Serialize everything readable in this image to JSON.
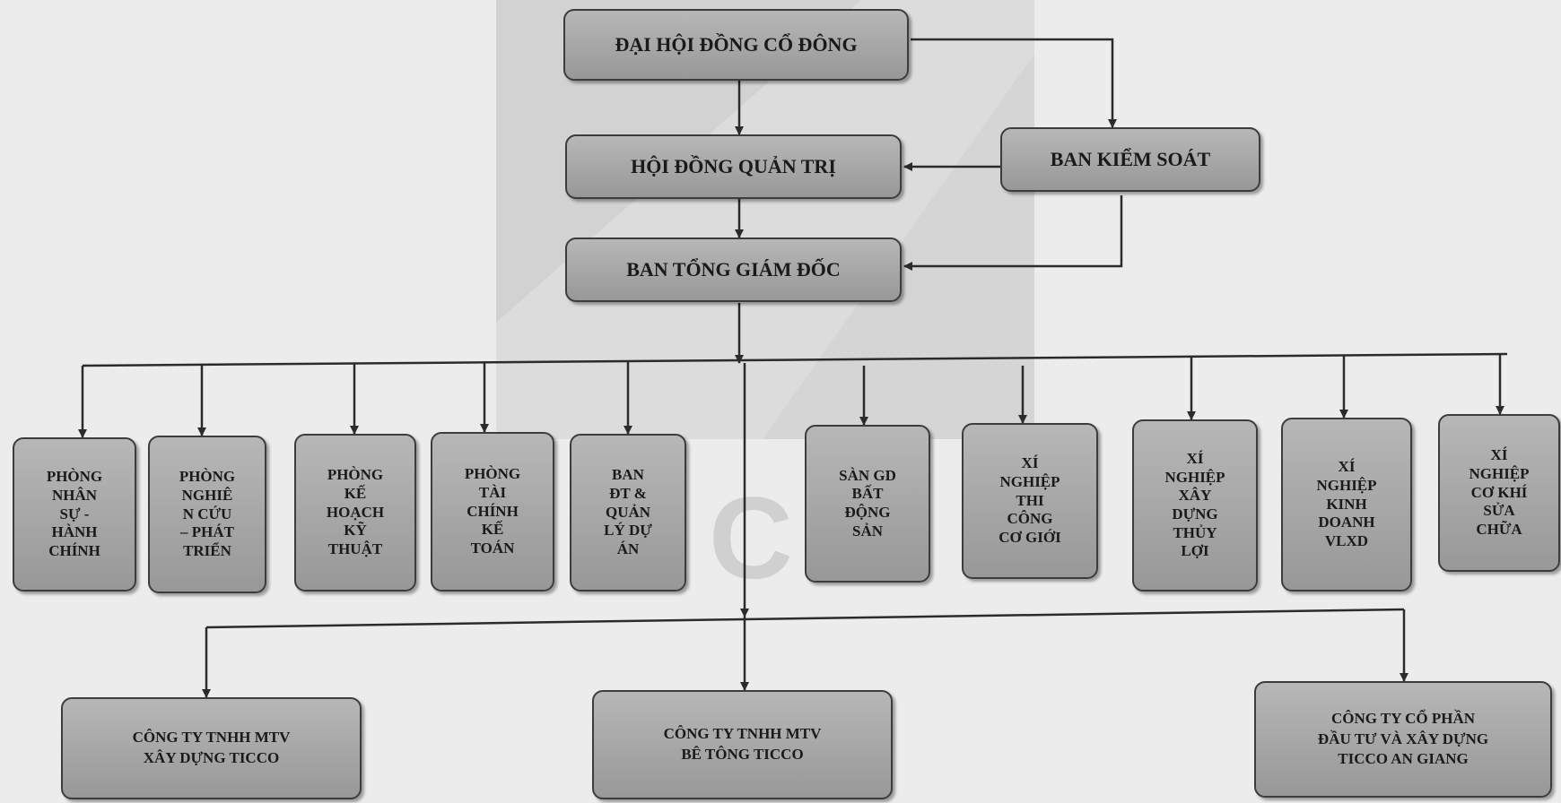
{
  "nodes": {
    "dhdcd": "ĐẠI HỘI ĐỒNG CỔ ĐÔNG",
    "hdqt": "HỘI ĐỒNG QUẢN TRỊ",
    "bks": "BAN KIỂM SOÁT",
    "btgd": "BAN TỔNG GIÁM ĐỐC",
    "phong_nhan_su": "PHÒNG\nNHÂN\nSỰ -\nHÀNH\nCHÍNH",
    "phong_nghien_cuu": "PHÒNG\nNGHIÊ\nN CỨU\n– PHÁT\nTRIỂN",
    "phong_ke_hoach": "PHÒNG\nKẾ\nHOẠCH\nKỸ\nTHUẬT",
    "phong_tai_chinh": "PHÒNG\nTÀI\nCHÍNH\nKẾ\nTOÁN",
    "ban_dt": "BAN\nĐT &\nQUẢN\nLÝ DỰ\nÁN",
    "san_gd": "SÀN GD\nBẤT\nĐỘNG\nSẢN",
    "xn_thi_cong": "XÍ\nNGHIỆP\nTHI\nCÔNG\nCƠ GIỚI",
    "xn_xay_dung": "XÍ\nNGHIỆP\nXÂY\nDỰNG\nTHỦY\nLỢI",
    "xn_kinh_doanh": "XÍ\nNGHIỆP\nKINH\nDOANH\nVLXD",
    "xn_co_khi": "XÍ\nNGHIỆP\nCƠ KHÍ\nSỬA\nCHỮA",
    "cty_xay_dung": "CÔNG TY TNHH MTV\nXÂY DỰNG TICCO",
    "cty_be_tong": "CÔNG TY TNHH MTV\nBÊ TÔNG TICCO",
    "cty_co_phan": "CÔNG TY CỔ PHẦN\nĐẦU TƯ VÀ XÂY DỰNG\nTICCO AN GIANG"
  },
  "colors": {
    "node_fill": "#a8a8a8",
    "line": "#2b2b2b",
    "background": "#ececec"
  }
}
